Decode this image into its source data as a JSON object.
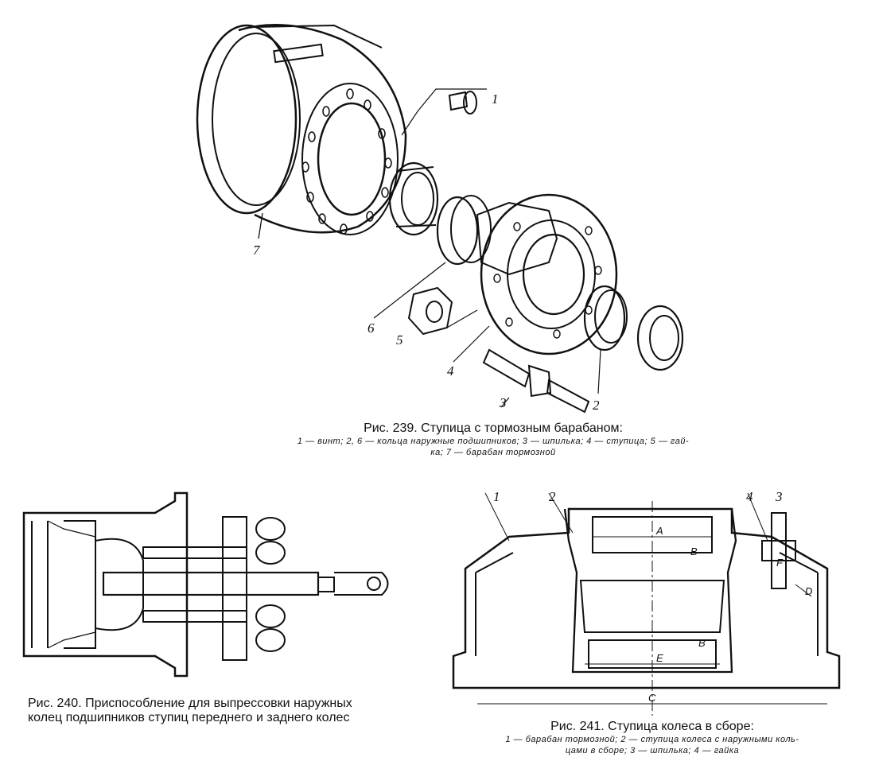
{
  "fig239": {
    "caption": "Рис. 239. Ступица с тормозным барабаном:",
    "legend_line1": "1 — винт; 2, 6 — кольца наружные подшипников; 3 — шпилька; 4 — ступица; 5 — гай-",
    "legend_line2": "ка; 7 — барабан тормозной",
    "callouts": [
      "1",
      "2",
      "3",
      "4",
      "5",
      "6",
      "7"
    ]
  },
  "fig240": {
    "caption_line1": "Рис. 240. Приспособление для выпрессовки наружных",
    "caption_line2": "колец подшипников ступиц переднего и заднего колес"
  },
  "fig241": {
    "caption": "Рис. 241. Ступица колеса в сборе:",
    "legend_line1": "1 — барабан тормозной; 2 — ступица колеса с наружными коль-",
    "legend_line2": "цами в сборе; 3 — шпилька; 4 — гайка",
    "callouts": [
      "1",
      "2",
      "3",
      "4"
    ],
    "dims": [
      "A",
      "B",
      "B",
      "E",
      "C",
      "D",
      "F"
    ]
  }
}
